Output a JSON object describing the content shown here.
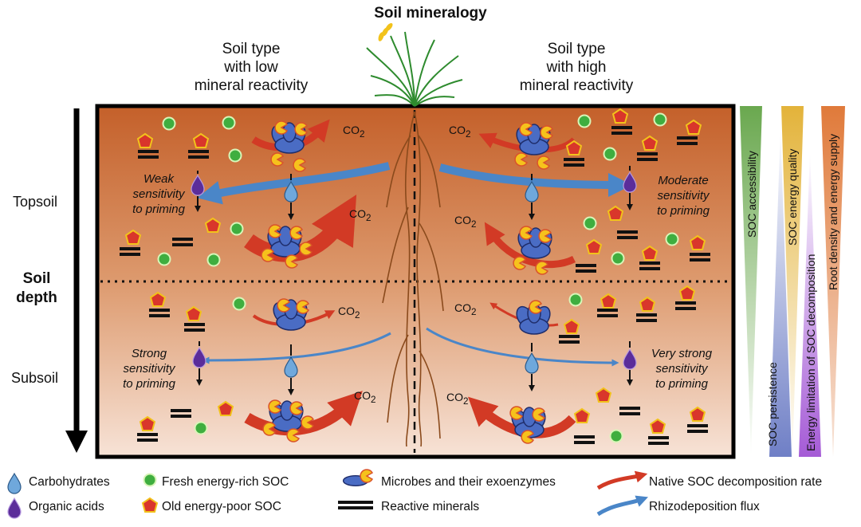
{
  "title": "Soil mineralogy",
  "left_header": {
    "line1": "Soil type",
    "line2": "with low",
    "line3": "mineral reactivity"
  },
  "right_header": {
    "line1": "Soil type",
    "line2": "with high",
    "line3": "mineral reactivity"
  },
  "depth_labels": {
    "topsoil": "Topsoil",
    "depth_line1": "Soil",
    "depth_line2": "depth",
    "subsoil": "Subsoil"
  },
  "quadrants": {
    "top_left": {
      "line1": "Weak",
      "line2": "sensitivity",
      "line3": "to priming"
    },
    "top_right": {
      "line1": "Moderate",
      "line2": "sensitivity",
      "line3": "to priming"
    },
    "bottom_left": {
      "line1": "Strong",
      "line2": "sensitivity",
      "line3": "to priming"
    },
    "bottom_right": {
      "line1": "Very strong",
      "line2": "sensitivity",
      "line3": "to priming"
    }
  },
  "co2_label": "CO",
  "co2_sub": "2",
  "side_bars": [
    {
      "label": "SOC accessibility",
      "color": "#6aa84f"
    },
    {
      "label": "SOC persistence",
      "color": "#6f7fc6"
    },
    {
      "label": "SOC energy quality",
      "color": "#e3b33a"
    },
    {
      "label": "Energy limitation of SOC decomposition",
      "color": "#a55bd6"
    },
    {
      "label": "Root density and energy supply",
      "color": "#e07a3a"
    }
  ],
  "legend": {
    "carbohydrates": "Carbohydrates",
    "organic_acids": "Organic acids",
    "fresh_soc": "Fresh energy-rich SOC",
    "old_soc": "Old energy-poor SOC",
    "microbes": "Microbes and their exoenzymes",
    "reactive_minerals": "Reactive minerals",
    "native_rate": "Native SOC decomposition rate",
    "rhizo_flux": "Rhizodeposition flux"
  },
  "colors": {
    "soil_top": "#c7662e",
    "soil_bottom": "#f5ddd0",
    "decomp_arrow": "#d23a25",
    "rhizo_arrow": "#4a86c8",
    "fresh_soc": "#3fae3f",
    "old_soc": "#d9362b",
    "organic_acid": "#5b2d9a",
    "carbohydrate": "#6fa8dc"
  }
}
